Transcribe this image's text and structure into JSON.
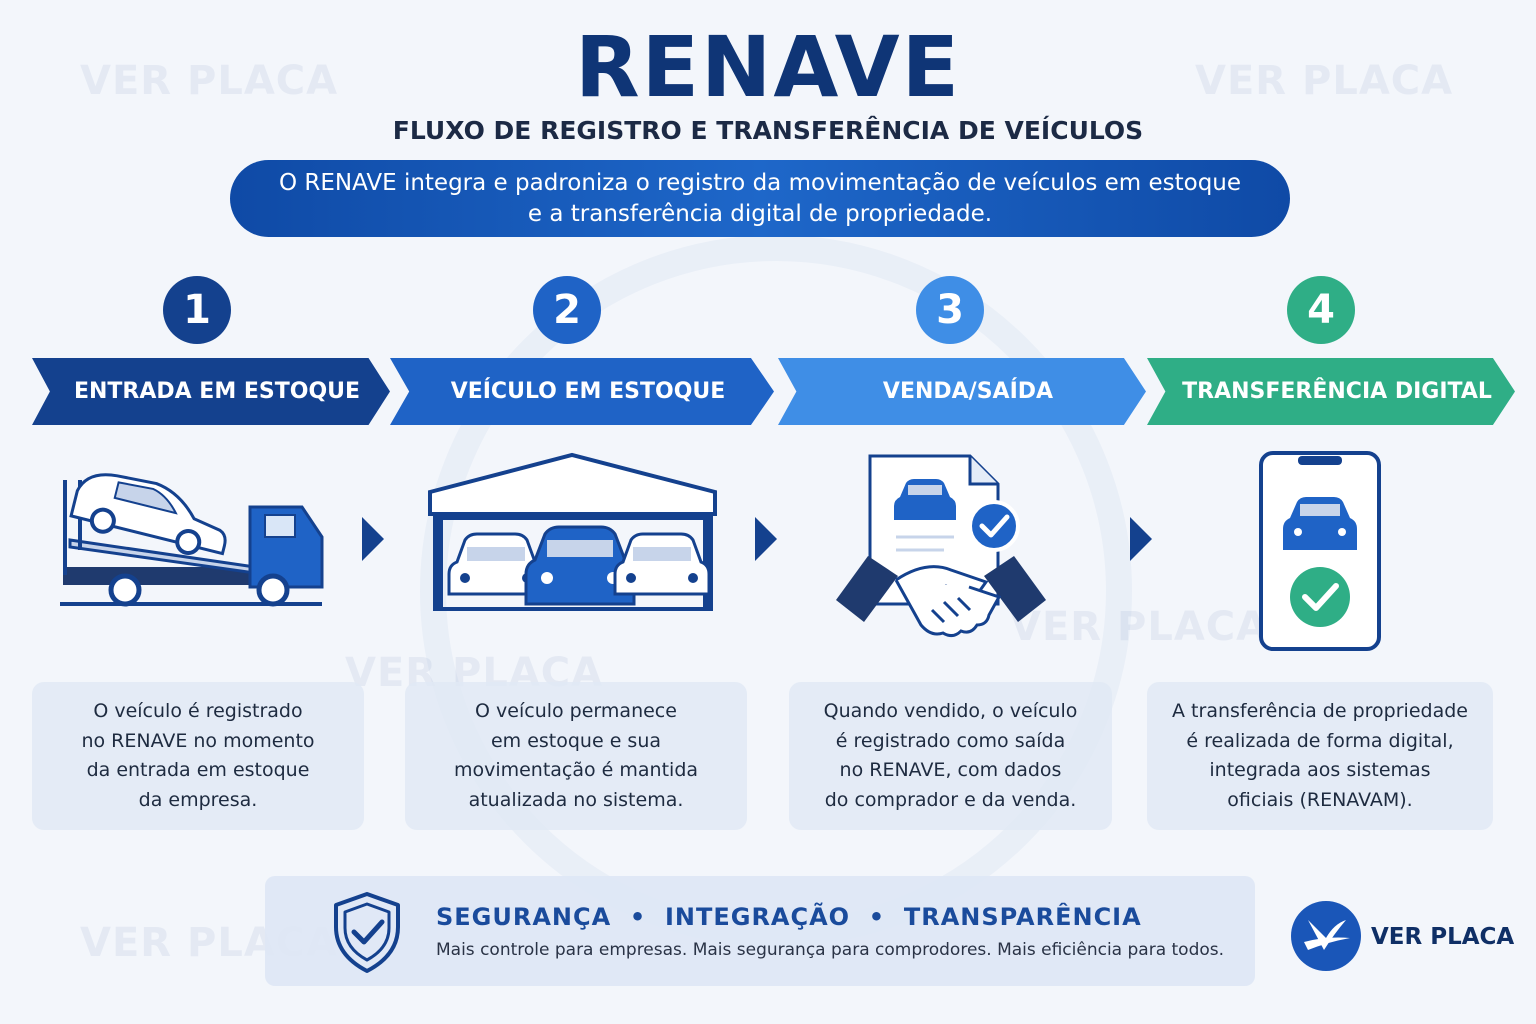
{
  "header": {
    "title": "RENAVE",
    "subtitle": "FLUXO DE REGISTRO E TRANSFERÊNCIA DE VEÍCULOS",
    "intro_line1": "O RENAVE integra e padroniza o registro da movimentação de veículos em estoque",
    "intro_line2": "e a transferência digital de propriedade."
  },
  "watermark": "VER PLACA",
  "steps": [
    {
      "number": "1",
      "label": "ENTRADA EM ESTOQUE",
      "icon": "tow-truck-icon",
      "color": "#14418e",
      "description": [
        "O veículo é registrado",
        "no RENAVE no momento",
        "da entrada em estoque",
        "da empresa."
      ]
    },
    {
      "number": "2",
      "label": "VEÍCULO EM ESTOQUE",
      "icon": "garage-icon",
      "color": "#1f63c6",
      "description": [
        "O veículo permanece",
        "em estoque e sua",
        "movimentação é mantida",
        "atualizada no sistema."
      ]
    },
    {
      "number": "3",
      "label": "VENDA/SAÍDA",
      "icon": "handshake-icon",
      "color": "#3f8ee6",
      "description": [
        "Quando vendido, o veículo",
        "é registrado como saída",
        "no RENAVE, com dados",
        "do comprador e da venda."
      ]
    },
    {
      "number": "4",
      "label": "TRANSFERÊNCIA DIGITAL",
      "icon": "smartphone-icon",
      "color": "#2fae86",
      "description": [
        "A transferência de propriedade",
        "é realizada de forma digital,",
        "integrada aos sistemas",
        "oficiais (RENAVAM)."
      ]
    }
  ],
  "footer": {
    "icon": "shield-check-icon",
    "tags": "SEGURANÇA  •  INTEGRAÇÃO  •  TRANSPARÊNCIA",
    "tagline": "Mais controle para empresas. Mais segurança para comprodores. Mais eficiência para todos."
  },
  "brand": {
    "name": "VER PLACA",
    "logo": "ver-placa-logo"
  },
  "colors": {
    "navy": "#0f3576",
    "blue": "#1f63c6",
    "light_blue": "#3f8ee6",
    "green": "#2fae86"
  }
}
